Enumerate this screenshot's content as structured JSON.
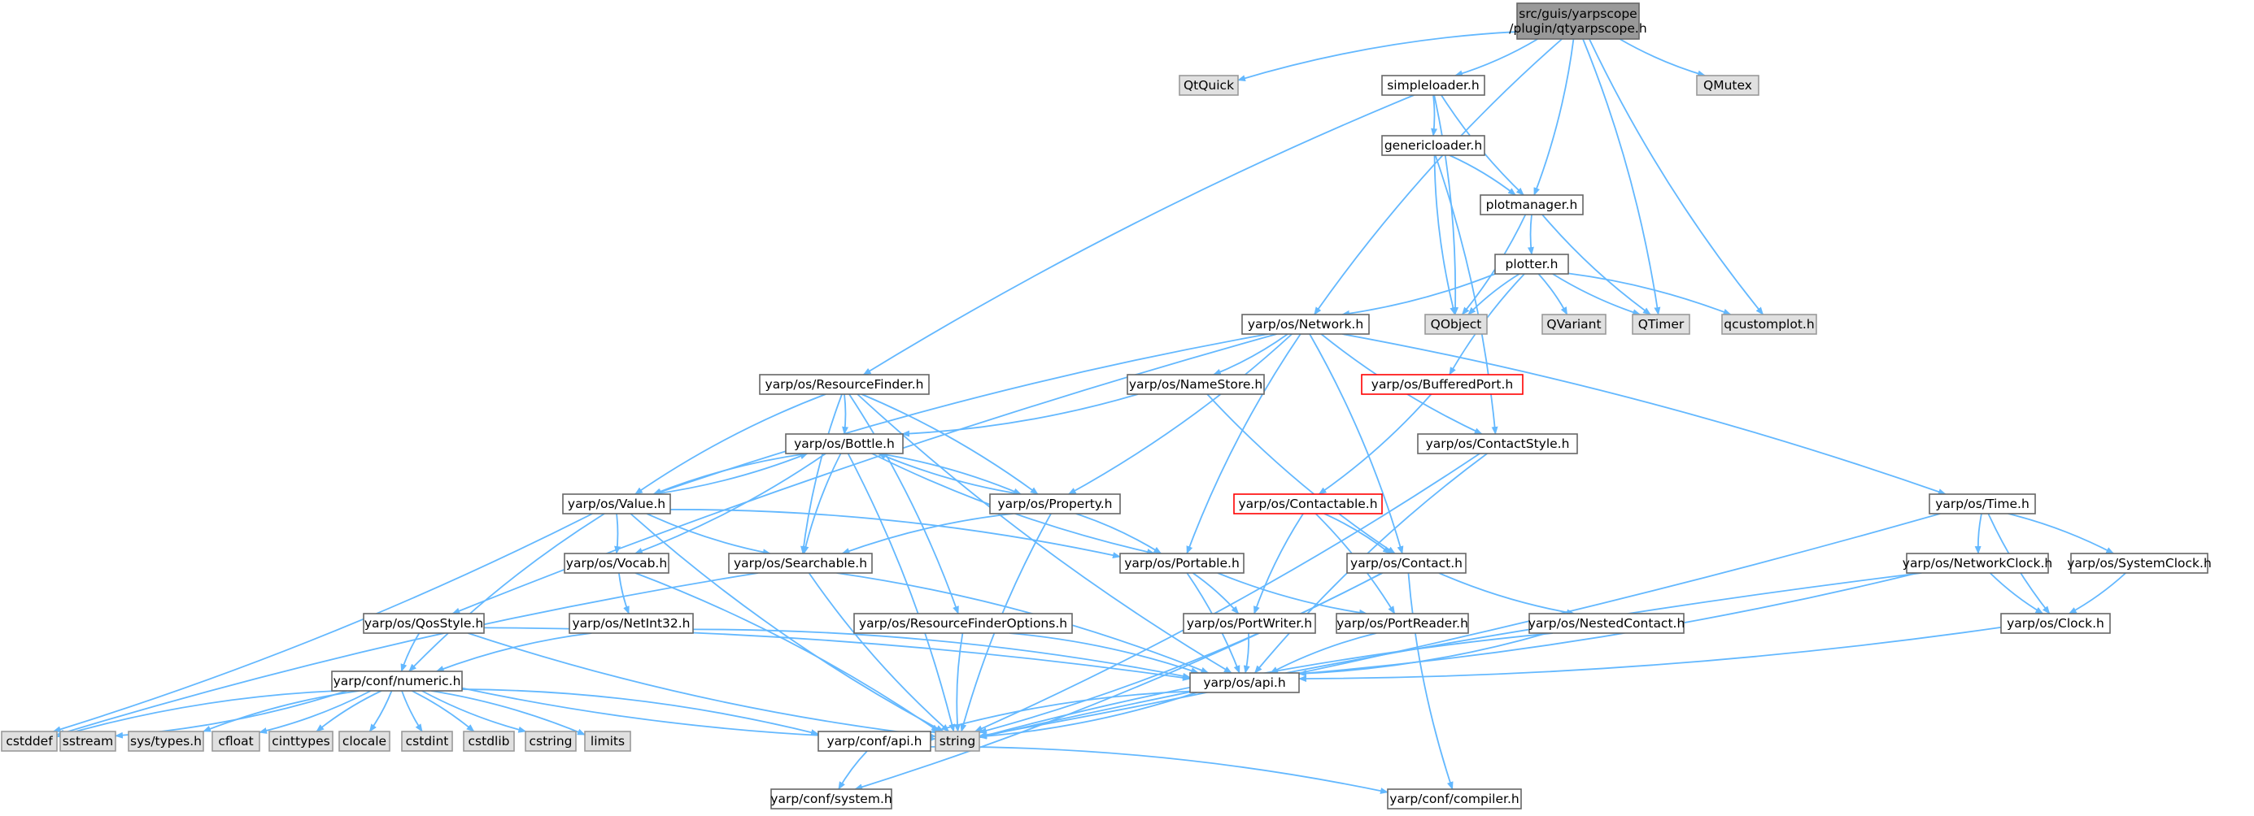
{
  "colors": {
    "edge": "#63B8FF",
    "node_fill": "#ffffff",
    "node_border": "#666666",
    "external_fill": "#e0e0e0",
    "external_border": "#999999",
    "root_fill": "#999999",
    "truncated_border": "#ff0000"
  },
  "nodes": [
    {
      "id": "root",
      "label": "src/guis/yarpscope /plugin/qtyarpscope.h",
      "kind": "root"
    },
    {
      "id": "qtquick",
      "label": "QtQuick",
      "kind": "external"
    },
    {
      "id": "simpleloader",
      "label": "simpleloader.h",
      "kind": "normal"
    },
    {
      "id": "qmutex",
      "label": "QMutex",
      "kind": "external"
    },
    {
      "id": "genericloader",
      "label": "genericloader.h",
      "kind": "normal"
    },
    {
      "id": "plotmanager",
      "label": "plotmanager.h",
      "kind": "normal"
    },
    {
      "id": "plotter",
      "label": "plotter.h",
      "kind": "normal"
    },
    {
      "id": "network",
      "label": "yarp/os/Network.h",
      "kind": "normal"
    },
    {
      "id": "qobject",
      "label": "QObject",
      "kind": "external"
    },
    {
      "id": "qvariant",
      "label": "QVariant",
      "kind": "external"
    },
    {
      "id": "qtimer",
      "label": "QTimer",
      "kind": "external"
    },
    {
      "id": "qcustomplot",
      "label": "qcustomplot.h",
      "kind": "external"
    },
    {
      "id": "resourcefinder",
      "label": "yarp/os/ResourceFinder.h",
      "kind": "normal"
    },
    {
      "id": "namestore",
      "label": "yarp/os/NameStore.h",
      "kind": "normal"
    },
    {
      "id": "bufferedport",
      "label": "yarp/os/BufferedPort.h",
      "kind": "truncated"
    },
    {
      "id": "bottle",
      "label": "yarp/os/Bottle.h",
      "kind": "normal"
    },
    {
      "id": "contactstyle",
      "label": "yarp/os/ContactStyle.h",
      "kind": "normal"
    },
    {
      "id": "value",
      "label": "yarp/os/Value.h",
      "kind": "normal"
    },
    {
      "id": "property",
      "label": "yarp/os/Property.h",
      "kind": "normal"
    },
    {
      "id": "contactable",
      "label": "yarp/os/Contactable.h",
      "kind": "truncated"
    },
    {
      "id": "time",
      "label": "yarp/os/Time.h",
      "kind": "normal"
    },
    {
      "id": "vocab",
      "label": "yarp/os/Vocab.h",
      "kind": "normal"
    },
    {
      "id": "searchable",
      "label": "yarp/os/Searchable.h",
      "kind": "normal"
    },
    {
      "id": "portable",
      "label": "yarp/os/Portable.h",
      "kind": "normal"
    },
    {
      "id": "contact",
      "label": "yarp/os/Contact.h",
      "kind": "normal"
    },
    {
      "id": "networkclock",
      "label": "yarp/os/NetworkClock.h",
      "kind": "normal"
    },
    {
      "id": "systemclock",
      "label": "yarp/os/SystemClock.h",
      "kind": "normal"
    },
    {
      "id": "netint32",
      "label": "yarp/os/NetInt32.h",
      "kind": "normal"
    },
    {
      "id": "qosstyle",
      "label": "yarp/os/QosStyle.h",
      "kind": "normal"
    },
    {
      "id": "rfoptions",
      "label": "yarp/os/ResourceFinderOptions.h",
      "kind": "normal"
    },
    {
      "id": "portwriter",
      "label": "yarp/os/PortWriter.h",
      "kind": "normal"
    },
    {
      "id": "portreader",
      "label": "yarp/os/PortReader.h",
      "kind": "normal"
    },
    {
      "id": "nestedcontact",
      "label": "yarp/os/NestedContact.h",
      "kind": "normal"
    },
    {
      "id": "clock",
      "label": "yarp/os/Clock.h",
      "kind": "normal"
    },
    {
      "id": "numeric",
      "label": "yarp/conf/numeric.h",
      "kind": "normal"
    },
    {
      "id": "osapi",
      "label": "yarp/os/api.h",
      "kind": "normal"
    },
    {
      "id": "cstddef",
      "label": "cstddef",
      "kind": "external"
    },
    {
      "id": "sstream",
      "label": "sstream",
      "kind": "external"
    },
    {
      "id": "systypes",
      "label": "sys/types.h",
      "kind": "external"
    },
    {
      "id": "cfloat",
      "label": "cfloat",
      "kind": "external"
    },
    {
      "id": "cinttypes",
      "label": "cinttypes",
      "kind": "external"
    },
    {
      "id": "clocale",
      "label": "clocale",
      "kind": "external"
    },
    {
      "id": "cstdint",
      "label": "cstdint",
      "kind": "external"
    },
    {
      "id": "cstdlib",
      "label": "cstdlib",
      "kind": "external"
    },
    {
      "id": "cstring",
      "label": "cstring",
      "kind": "external"
    },
    {
      "id": "limits",
      "label": "limits",
      "kind": "external"
    },
    {
      "id": "string",
      "label": "string",
      "kind": "external"
    },
    {
      "id": "confapi",
      "label": "yarp/conf/api.h",
      "kind": "normal"
    },
    {
      "id": "confsystem",
      "label": "yarp/conf/system.h",
      "kind": "normal"
    },
    {
      "id": "confcompiler",
      "label": "yarp/conf/compiler.h",
      "kind": "normal"
    }
  ],
  "edges": [
    [
      "root",
      "qtquick"
    ],
    [
      "root",
      "simpleloader"
    ],
    [
      "root",
      "qmutex"
    ],
    [
      "root",
      "plotmanager"
    ],
    [
      "root",
      "network"
    ],
    [
      "root",
      "qtimer"
    ],
    [
      "root",
      "qcustomplot"
    ],
    [
      "simpleloader",
      "genericloader"
    ],
    [
      "simpleloader",
      "plotmanager"
    ],
    [
      "simpleloader",
      "qobject"
    ],
    [
      "simpleloader",
      "resourcefinder"
    ],
    [
      "genericloader",
      "plotmanager"
    ],
    [
      "genericloader",
      "qobject"
    ],
    [
      "genericloader",
      "contactstyle"
    ],
    [
      "plotmanager",
      "plotter"
    ],
    [
      "plotmanager",
      "qobject"
    ],
    [
      "plotmanager",
      "qtimer"
    ],
    [
      "plotter",
      "network"
    ],
    [
      "plotter",
      "qobject"
    ],
    [
      "plotter",
      "qvariant"
    ],
    [
      "plotter",
      "qtimer"
    ],
    [
      "plotter",
      "qcustomplot"
    ],
    [
      "plotter",
      "bufferedport"
    ],
    [
      "network",
      "namestore"
    ],
    [
      "network",
      "contactstyle"
    ],
    [
      "network",
      "time"
    ],
    [
      "network",
      "value"
    ],
    [
      "network",
      "property"
    ],
    [
      "network",
      "portable"
    ],
    [
      "network",
      "contact"
    ],
    [
      "network",
      "qosstyle"
    ],
    [
      "resourcefinder",
      "bottle"
    ],
    [
      "resourcefinder",
      "value"
    ],
    [
      "resourcefinder",
      "property"
    ],
    [
      "resourcefinder",
      "searchable"
    ],
    [
      "resourcefinder",
      "rfoptions"
    ],
    [
      "resourcefinder",
      "osapi"
    ],
    [
      "namestore",
      "bottle"
    ],
    [
      "namestore",
      "contact"
    ],
    [
      "bufferedport",
      "contactable"
    ],
    [
      "bottle",
      "value"
    ],
    [
      "bottle",
      "property"
    ],
    [
      "bottle",
      "searchable"
    ],
    [
      "bottle",
      "vocab"
    ],
    [
      "bottle",
      "portable"
    ],
    [
      "bottle",
      "string"
    ],
    [
      "contactstyle",
      "osapi"
    ],
    [
      "contactstyle",
      "string"
    ],
    [
      "value",
      "bottle"
    ],
    [
      "value",
      "vocab"
    ],
    [
      "value",
      "searchable"
    ],
    [
      "value",
      "portable"
    ],
    [
      "value",
      "numeric"
    ],
    [
      "value",
      "cstddef"
    ],
    [
      "value",
      "string"
    ],
    [
      "property",
      "bottle"
    ],
    [
      "property",
      "searchable"
    ],
    [
      "property",
      "portable"
    ],
    [
      "property",
      "string"
    ],
    [
      "contactable",
      "contact"
    ],
    [
      "contactable",
      "portwriter"
    ],
    [
      "contactable",
      "portreader"
    ],
    [
      "time",
      "networkclock"
    ],
    [
      "time",
      "systemclock"
    ],
    [
      "time",
      "clock"
    ],
    [
      "time",
      "string"
    ],
    [
      "vocab",
      "netint32"
    ],
    [
      "vocab",
      "string"
    ],
    [
      "searchable",
      "cstddef"
    ],
    [
      "searchable",
      "osapi"
    ],
    [
      "searchable",
      "string"
    ],
    [
      "portable",
      "portwriter"
    ],
    [
      "portable",
      "portreader"
    ],
    [
      "portable",
      "osapi"
    ],
    [
      "contact",
      "nestedcontact"
    ],
    [
      "contact",
      "string"
    ],
    [
      "contact",
      "confcompiler"
    ],
    [
      "contact",
      "confsystem"
    ],
    [
      "networkclock",
      "clock"
    ],
    [
      "networkclock",
      "osapi"
    ],
    [
      "networkclock",
      "string"
    ],
    [
      "systemclock",
      "clock"
    ],
    [
      "netint32",
      "numeric"
    ],
    [
      "netint32",
      "osapi"
    ],
    [
      "qosstyle",
      "numeric"
    ],
    [
      "qosstyle",
      "osapi"
    ],
    [
      "qosstyle",
      "string"
    ],
    [
      "rfoptions",
      "osapi"
    ],
    [
      "rfoptions",
      "string"
    ],
    [
      "portwriter",
      "osapi"
    ],
    [
      "portreader",
      "osapi"
    ],
    [
      "nestedcontact",
      "osapi"
    ],
    [
      "nestedcontact",
      "string"
    ],
    [
      "clock",
      "osapi"
    ],
    [
      "numeric",
      "cstddef"
    ],
    [
      "numeric",
      "sstream"
    ],
    [
      "numeric",
      "systypes"
    ],
    [
      "numeric",
      "cfloat"
    ],
    [
      "numeric",
      "cinttypes"
    ],
    [
      "numeric",
      "clocale"
    ],
    [
      "numeric",
      "cstdint"
    ],
    [
      "numeric",
      "cstdlib"
    ],
    [
      "numeric",
      "cstring"
    ],
    [
      "numeric",
      "limits"
    ],
    [
      "numeric",
      "string"
    ],
    [
      "numeric",
      "confapi"
    ],
    [
      "osapi",
      "confapi"
    ],
    [
      "osapi",
      "string"
    ],
    [
      "confapi",
      "confsystem"
    ],
    [
      "confapi",
      "confcompiler"
    ]
  ]
}
